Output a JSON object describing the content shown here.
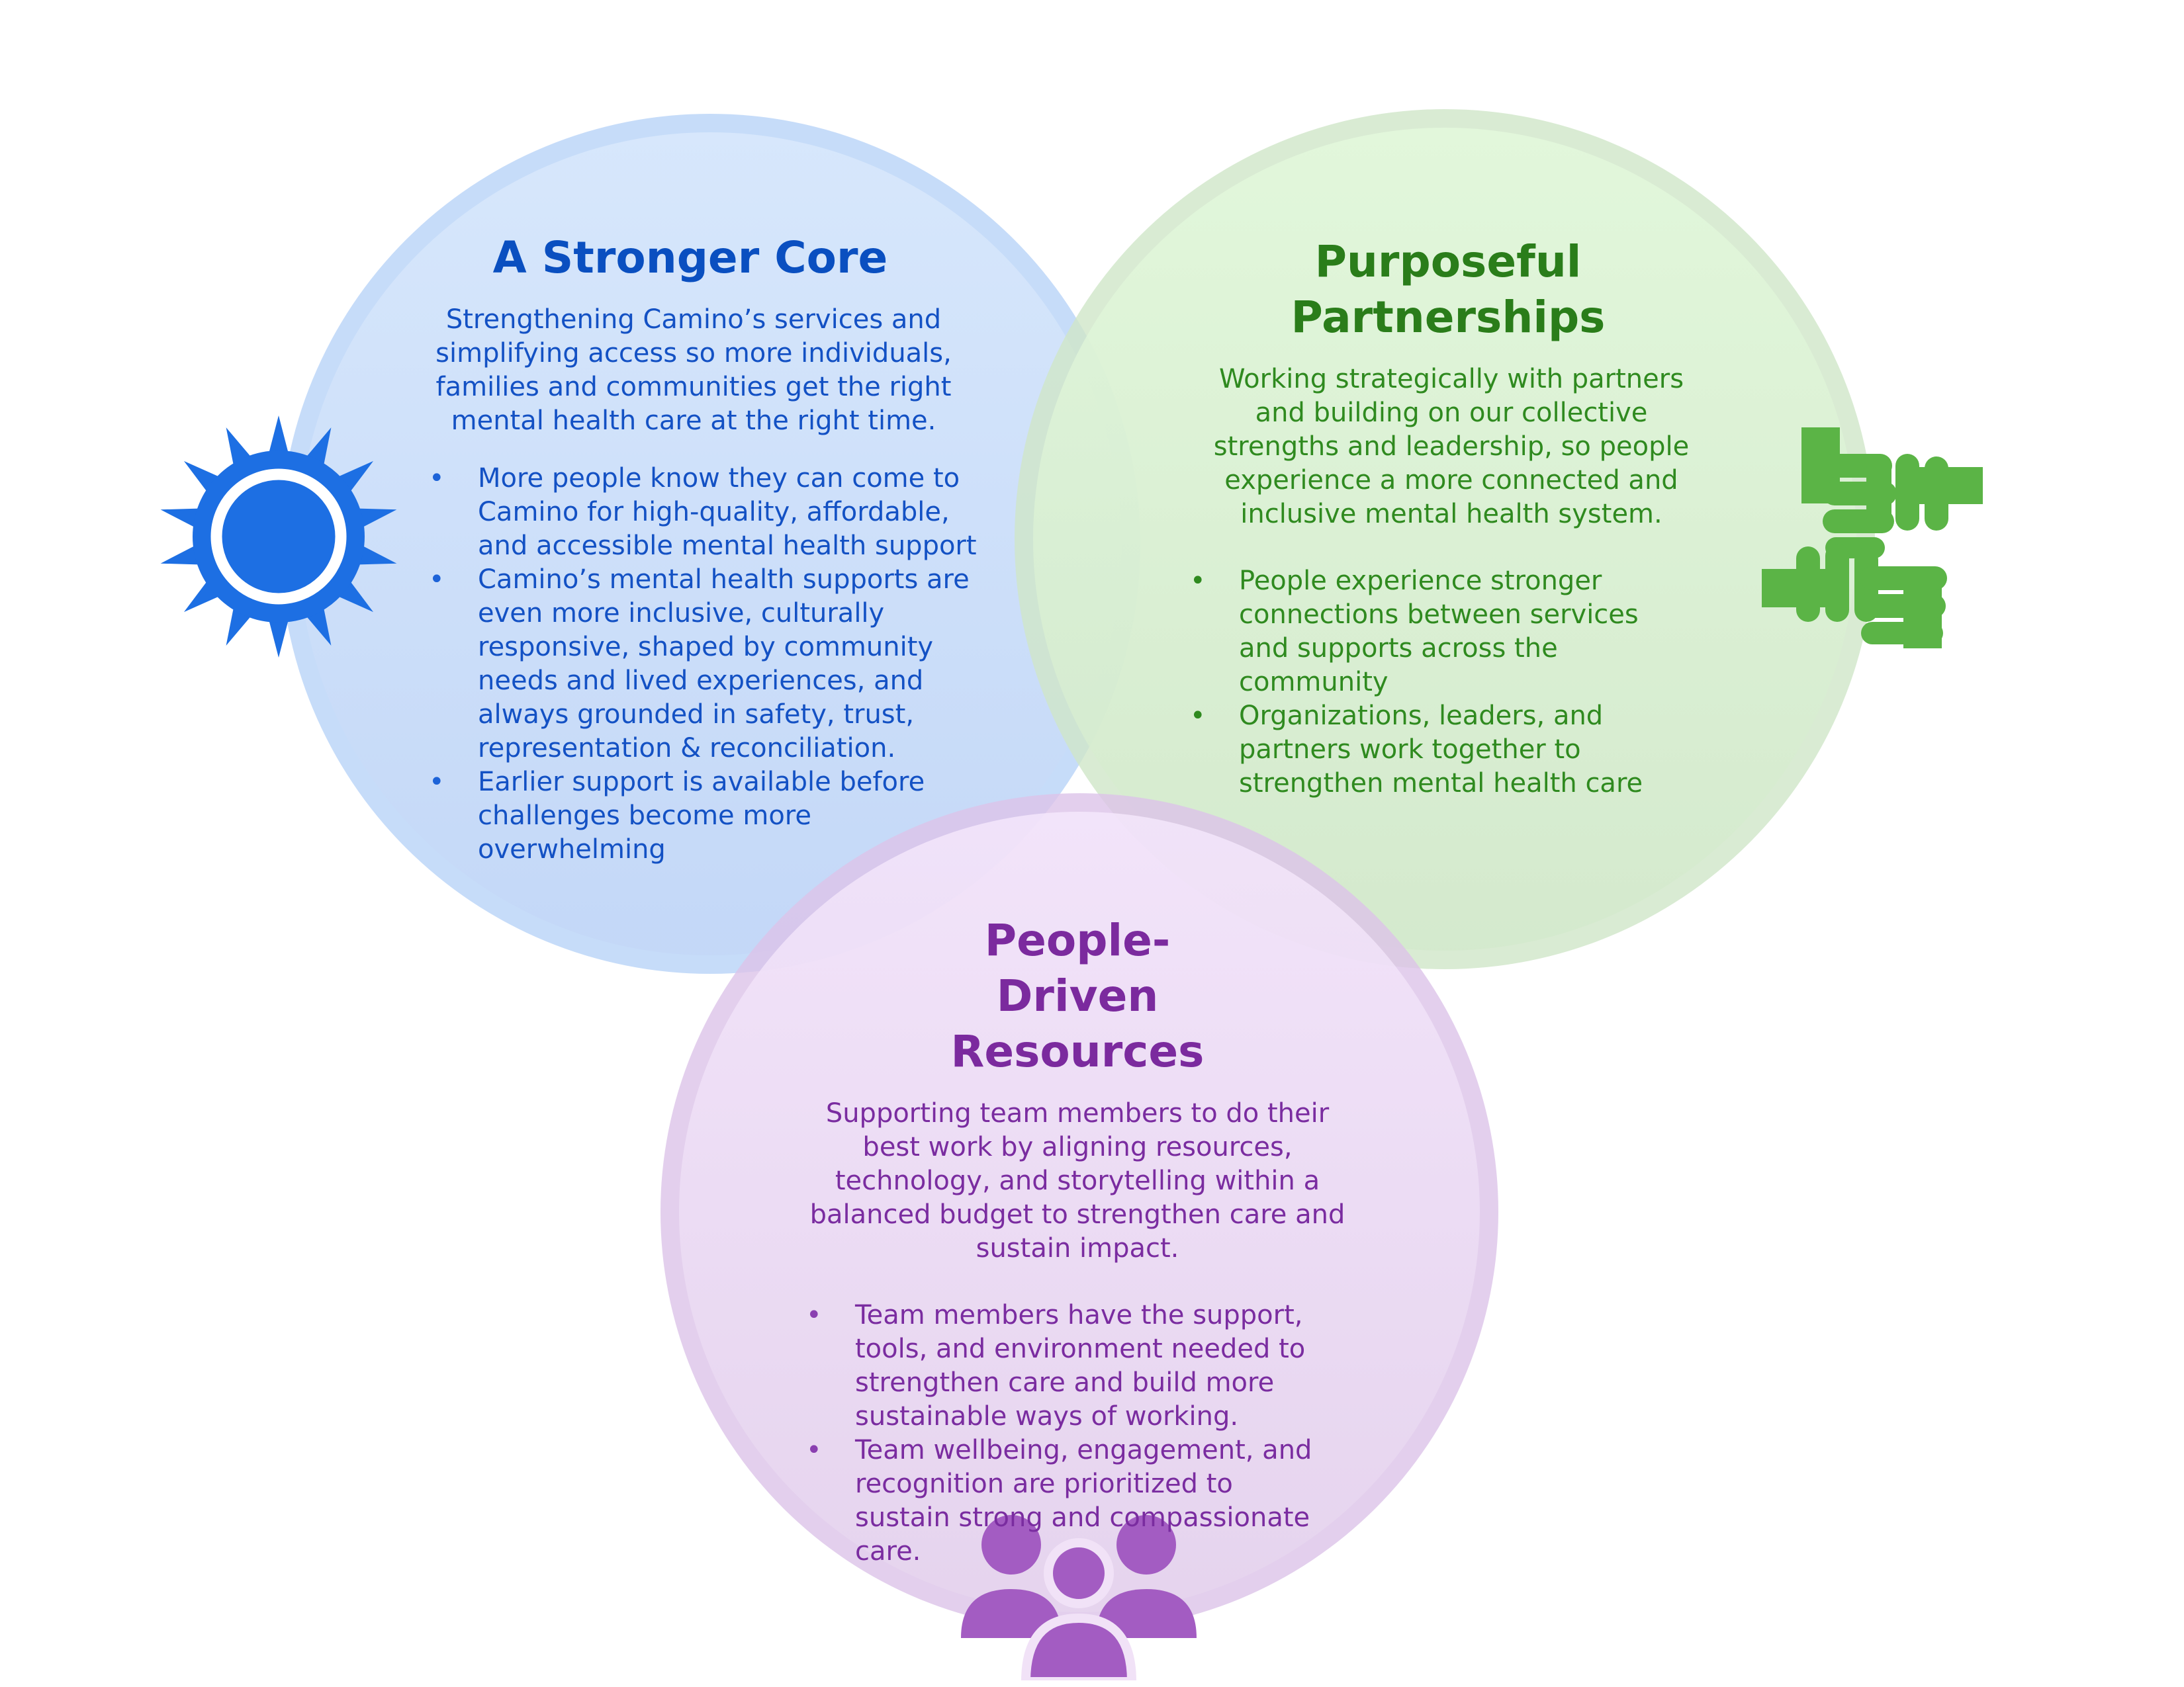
{
  "circles": [
    {
      "key": "core",
      "title": "A Stronger Core",
      "description": "Strengthening Camino’s services and simplifying access so more individuals, families and communities get the right mental health care at the right time.",
      "bullets": [
        "More people know they can come to Camino for high-quality, affordable, and accessible mental health support",
        "Camino’s mental health supports are even more inclusive, culturally responsive, shaped by community needs and lived experiences, and always grounded in safety, trust, representation & reconciliation.",
        "Earlier support is available before challenges become more overwhelming"
      ],
      "icon": "sun-icon",
      "color": "#1d6fe3"
    },
    {
      "key": "partnerships",
      "title": "Purposeful Partnerships",
      "description": "Working strategically with partners and building on our collective strengths and leadership, so people experience a more connected and inclusive mental health system.",
      "bullets": [
        "People experience stronger connections between services and supports across the community",
        "Organizations, leaders, and partners work together to strengthen mental health care"
      ],
      "icon": "joined-hands-icon",
      "color": "#5bb446"
    },
    {
      "key": "people",
      "title": "People-Driven Resources",
      "description": "Supporting team members to do their best work by aligning resources, technology, and storytelling within a balanced budget to strengthen care and sustain impact.",
      "bullets": [
        "Team members have the support, tools, and environment needed to strengthen care and build more sustainable ways of working.",
        "Team wellbeing, engagement, and recognition are prioritized to sustain strong and compassionate care."
      ],
      "icon": "people-group-icon",
      "color": "#a35cc2"
    }
  ]
}
